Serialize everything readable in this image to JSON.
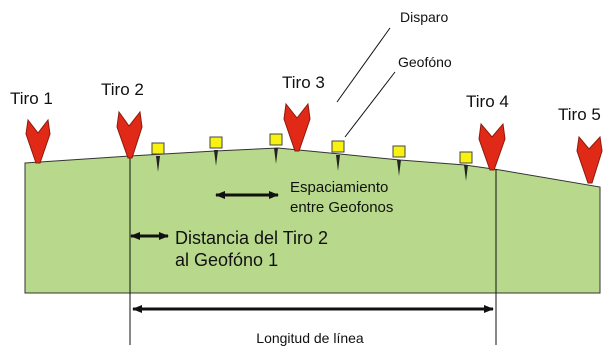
{
  "shots": [
    "Tiro 1",
    "Tiro 2",
    "Tiro 3",
    "Tiro 4",
    "Tiro 5"
  ],
  "callouts": {
    "shot": "Disparo",
    "geophone": "Geofóno"
  },
  "annotations": {
    "spacing_line1": "Espaciamiento",
    "spacing_line2": "entre Geofonos",
    "distance_line1": "Distancia del Tiro 2",
    "distance_line2": "al Geofóno 1",
    "line_length": "Longitud de línea"
  },
  "colors": {
    "ground": "#b8d98b",
    "shot": "#e02a17",
    "geophone": "#f7f211"
  }
}
